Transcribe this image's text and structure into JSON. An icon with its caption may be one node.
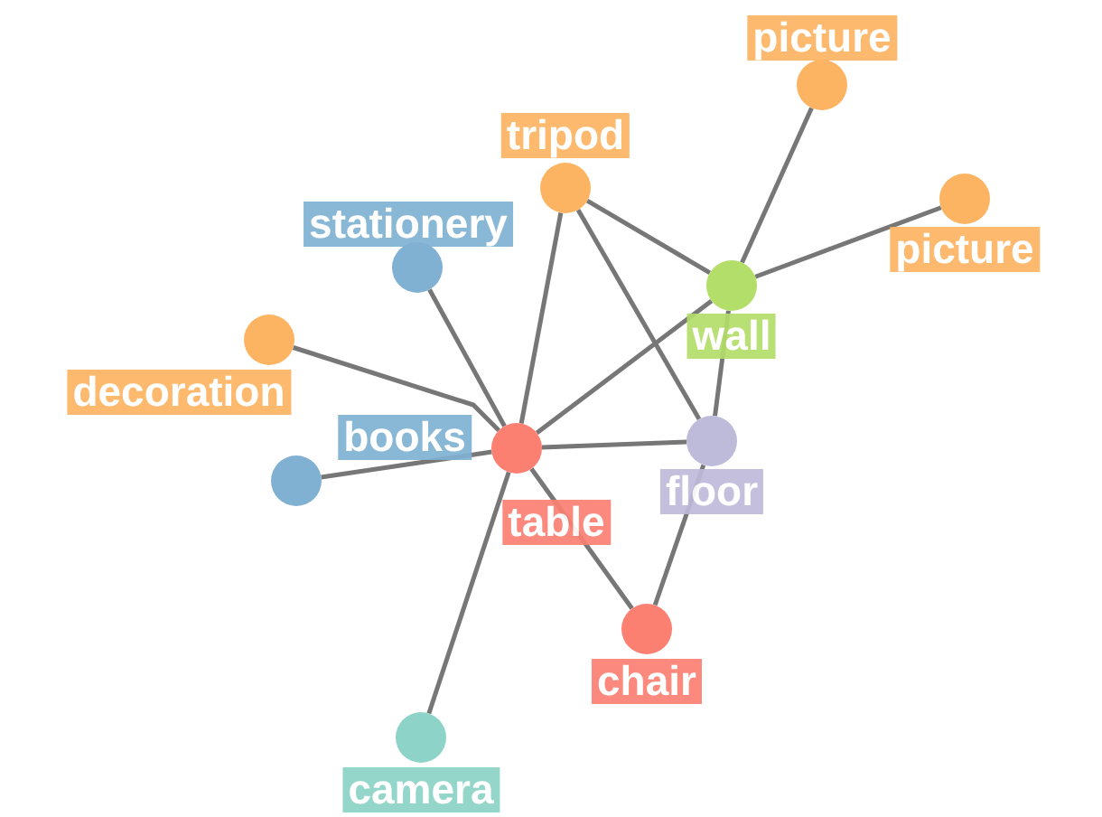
{
  "diagram": {
    "nodes": [
      {
        "text": [
          "picture"
        ]
      },
      {
        "text": [
          "tripod"
        ]
      },
      {
        "text": [
          "picture"
        ]
      },
      {
        "text": [
          "stationery"
        ]
      },
      {
        "text": [
          "wall"
        ]
      },
      {
        "text": [
          "decoration"
        ]
      },
      {
        "text": [
          "books"
        ]
      },
      {
        "text": [
          "table"
        ]
      },
      {
        "text": [
          "floor"
        ]
      },
      {
        "text": [
          "chair"
        ]
      },
      {
        "text": [
          "camera"
        ]
      }
    ],
    "edges": [
      {
        "from": 1,
        "to": 4,
        "arrow": "none"
      },
      {
        "from": 1,
        "to": 7,
        "arrow": "none"
      },
      {
        "from": 1,
        "to": 8,
        "arrow": "none"
      },
      {
        "from": 0,
        "to": 4,
        "arrow": "none"
      },
      {
        "from": 2,
        "to": 4,
        "arrow": "none"
      },
      {
        "from": 4,
        "to": 7,
        "arrow": "none"
      },
      {
        "from": 4,
        "to": 8,
        "arrow": "none"
      },
      {
        "from": 3,
        "to": 7,
        "arrow": "none"
      },
      {
        "from": 5,
        "to": 7,
        "arrow": "none"
      },
      {
        "from": 6,
        "to": 7,
        "arrow": "none"
      },
      {
        "from": 7,
        "to": 8,
        "arrow": "none"
      },
      {
        "from": 7,
        "to": 9,
        "arrow": "none"
      },
      {
        "from": 7,
        "to": 10,
        "arrow": "none"
      },
      {
        "from": 8,
        "to": 9,
        "arrow": "none"
      }
    ]
  }
}
